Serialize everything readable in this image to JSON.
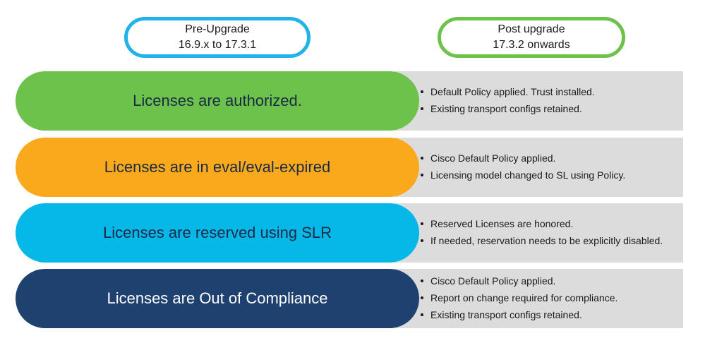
{
  "headers": {
    "pre": {
      "line1": "Pre-Upgrade",
      "line2": "16.9.x to 17.3.1",
      "color": "#1fb3e8"
    },
    "post": {
      "line1": "Post upgrade",
      "line2": "17.3.2 onwards",
      "color": "#6cc24a"
    }
  },
  "rows": [
    {
      "label": "Licenses are authorized.",
      "color": "#6cc24a",
      "text_color": "#1b2a45",
      "bullets": [
        "Default Policy applied. Trust installed.",
        "Existing transport configs retained."
      ]
    },
    {
      "label": "Licenses are in eval/eval-expired",
      "color": "#f9a91b",
      "text_color": "#1b2a45",
      "bullets": [
        "Cisco Default Policy applied.",
        "Licensing model changed to SL using Policy."
      ]
    },
    {
      "label": "Licenses are reserved using SLR",
      "color": "#06b8e8",
      "text_color": "#1b2a45",
      "bullets": [
        "Reserved Licenses are honored.",
        "If needed, reservation needs to be explicitly disabled."
      ]
    },
    {
      "label": "Licenses are Out of Compliance",
      "color": "#1e4170",
      "text_color": "#ffffff",
      "bullets": [
        "Cisco Default Policy applied.",
        "Report on change required for compliance.",
        "Existing transport configs retained."
      ]
    }
  ]
}
